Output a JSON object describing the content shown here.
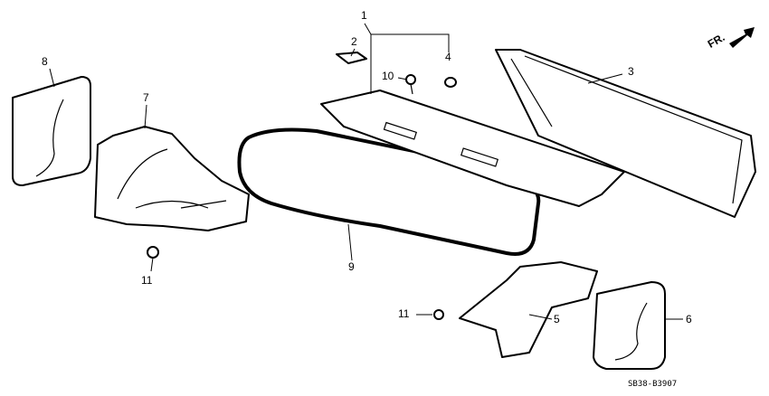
{
  "diagram": {
    "direction_label": "FR.",
    "drawing_code": "SB38-B3907",
    "callouts": [
      {
        "id": "1"
      },
      {
        "id": "2"
      },
      {
        "id": "3"
      },
      {
        "id": "4"
      },
      {
        "id": "5"
      },
      {
        "id": "6"
      },
      {
        "id": "7"
      },
      {
        "id": "8"
      },
      {
        "id": "9"
      },
      {
        "id": "10"
      },
      {
        "id": "11"
      },
      {
        "id": "11"
      }
    ]
  }
}
